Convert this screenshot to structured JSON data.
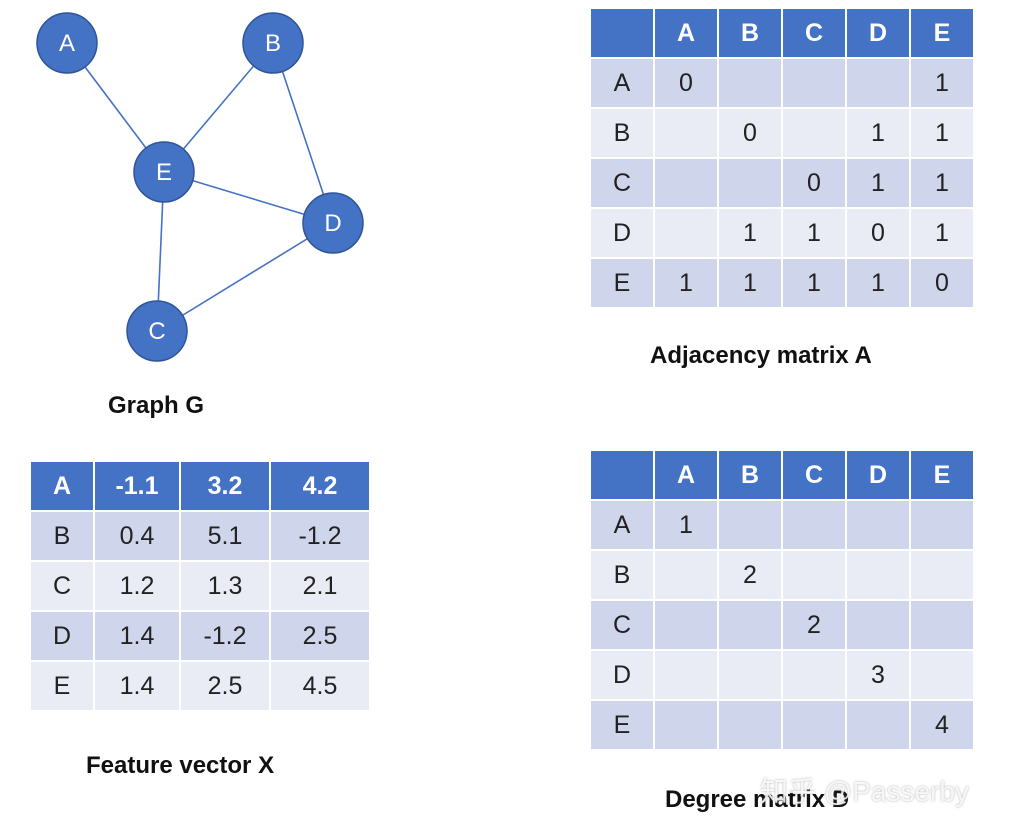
{
  "graph": {
    "caption": "Graph G",
    "nodes": [
      {
        "id": "A",
        "label": "A"
      },
      {
        "id": "B",
        "label": "B"
      },
      {
        "id": "E",
        "label": "E"
      },
      {
        "id": "D",
        "label": "D"
      },
      {
        "id": "C",
        "label": "C"
      }
    ],
    "edges": [
      [
        "A",
        "E"
      ],
      [
        "B",
        "E"
      ],
      [
        "B",
        "D"
      ],
      [
        "E",
        "D"
      ],
      [
        "E",
        "C"
      ],
      [
        "C",
        "D"
      ]
    ],
    "colors": {
      "node_fill": "#4472c4",
      "node_stroke": "#2f5597",
      "edge": "#4472c4",
      "text": "#ffffff"
    }
  },
  "adjacency": {
    "caption": "Adjacency matrix A",
    "header": [
      "",
      "A",
      "B",
      "C",
      "D",
      "E"
    ],
    "rows": [
      [
        "A",
        "0",
        "",
        "",
        "",
        "1"
      ],
      [
        "B",
        "",
        "0",
        "",
        "1",
        "1"
      ],
      [
        "C",
        "",
        "",
        "0",
        "1",
        "1"
      ],
      [
        "D",
        "",
        "1",
        "1",
        "0",
        "1"
      ],
      [
        "E",
        "1",
        "1",
        "1",
        "1",
        "0"
      ]
    ]
  },
  "features": {
    "caption": "Feature vector X",
    "header": [
      "A",
      "-1.1",
      "3.2",
      "4.2"
    ],
    "rows": [
      [
        "B",
        "0.4",
        "5.1",
        "-1.2"
      ],
      [
        "C",
        "1.2",
        "1.3",
        "2.1"
      ],
      [
        "D",
        "1.4",
        "-1.2",
        "2.5"
      ],
      [
        "E",
        "1.4",
        "2.5",
        "4.5"
      ]
    ]
  },
  "degree": {
    "caption": "Degree matrix D",
    "header": [
      "",
      "A",
      "B",
      "C",
      "D",
      "E"
    ],
    "rows": [
      [
        "A",
        "1",
        "",
        "",
        "",
        ""
      ],
      [
        "B",
        "",
        "2",
        "",
        "",
        ""
      ],
      [
        "C",
        "",
        "",
        "2",
        "",
        ""
      ],
      [
        "D",
        "",
        "",
        "",
        "3",
        ""
      ],
      [
        "E",
        "",
        "",
        "",
        "",
        "4"
      ]
    ]
  },
  "watermark": "知乎 @Passerby",
  "colors": {
    "header": "#4472c4",
    "row_odd": "#cfd5ea",
    "row_even": "#e9ebf5"
  }
}
